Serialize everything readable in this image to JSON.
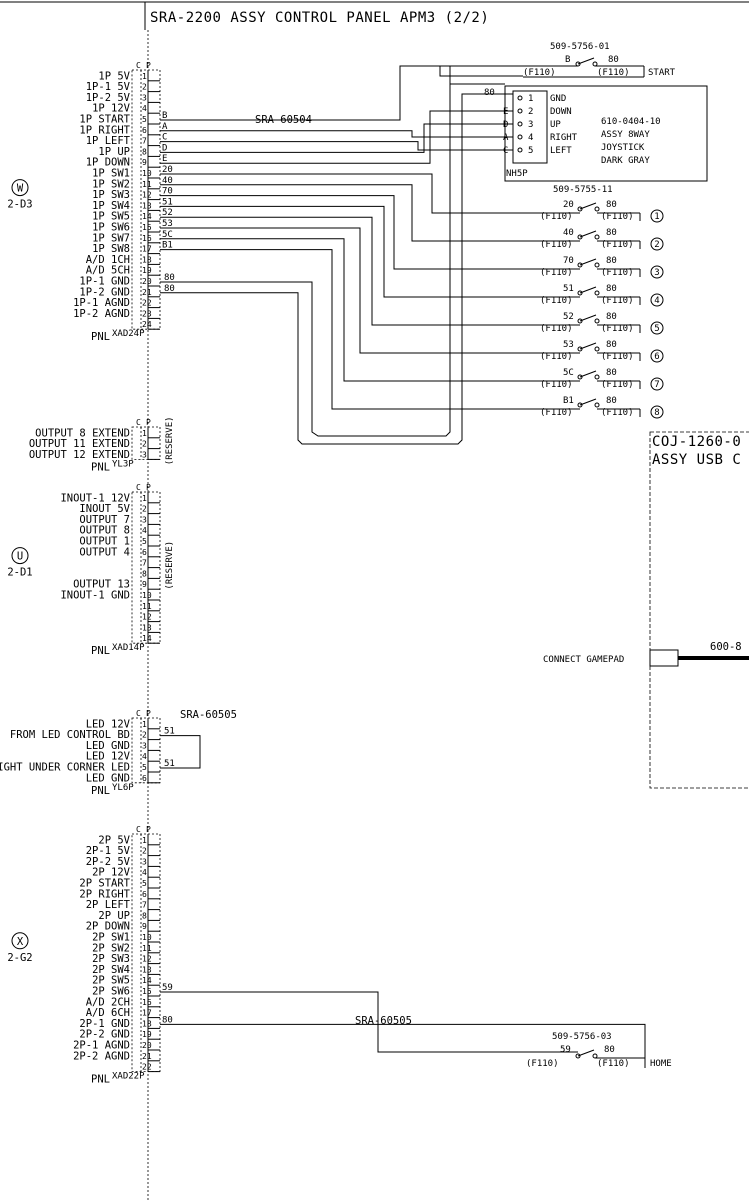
{
  "title": "SRA-2200 ASSY CONTROL PANEL APM3 (2/2)",
  "cp_label": [
    "C",
    "P"
  ],
  "connectors": [
    {
      "id": "w",
      "ref": "W",
      "sheet": "2-D3",
      "part": "XAD24P",
      "prefix": "PNL",
      "note": "",
      "pins": [
        "1P 5V",
        "1P-1 5V",
        "1P-2 5V",
        "1P 12V",
        "1P START",
        "1P RIGHT",
        "1P LEFT",
        "1P UP",
        "1P DOWN",
        "1P SW1",
        "1P SW2",
        "1P SW3",
        "1P SW4",
        "1P SW5",
        "1P SW6",
        "1P SW7",
        "1P SW8",
        "A/D 1CH",
        "A/D 5CH",
        "1P-1 GND",
        "1P-2 GND",
        "1P-1 AGND",
        "1P-2 AGND",
        ""
      ]
    },
    {
      "id": "yl3",
      "ref": "",
      "sheet": "",
      "part": "YL3P",
      "prefix": "PNL",
      "note": "(RESERVE)",
      "pins": [
        "OUTPUT 8 EXTEND",
        "OUTPUT 11 EXTEND",
        "OUTPUT 12 EXTEND"
      ]
    },
    {
      "id": "u",
      "ref": "U",
      "sheet": "2-D1",
      "part": "XAD14P",
      "prefix": "PNL",
      "note": "(RESERVE)",
      "pins": [
        "INOUT-1 12V",
        "INOUT 5V",
        "OUTPUT 7",
        "OUTPUT 8",
        "OUTPUT 1",
        "OUTPUT 4",
        "",
        "",
        "OUTPUT 13",
        "INOUT-1 GND",
        "",
        "",
        "",
        ""
      ]
    },
    {
      "id": "yl6",
      "ref": "",
      "sheet": "",
      "part": "YL6P",
      "prefix": "PNL",
      "note": "",
      "pins": [
        "LED 12V",
        "FROM LED CONTROL BD",
        "LED GND",
        "LED 12V",
        "LIGHT UNDER CORNER LED",
        "LED GND"
      ]
    },
    {
      "id": "x",
      "ref": "X",
      "sheet": "2-G2",
      "part": "XAD22P",
      "prefix": "PNL",
      "note": "",
      "pins": [
        "2P 5V",
        "2P-1 5V",
        "2P-2 5V",
        "2P 12V",
        "2P START",
        "2P RIGHT",
        "2P LEFT",
        "2P UP",
        "2P DOWN",
        "2P SW1",
        "2P SW2",
        "2P SW3",
        "2P SW4",
        "2P SW5",
        "2P SW6",
        "A/D 2CH",
        "A/D 6CH",
        "2P-1 GND",
        "2P-2 GND",
        "2P-1 AGND",
        "2P-2 AGND",
        ""
      ]
    }
  ],
  "harnesses": {
    "h1": "SRA-60504",
    "h2": "SRA-60505",
    "h3": "SRA-60505"
  },
  "wire_codes_1p": {
    "start": "B",
    "right": "A",
    "left": "C",
    "up": "D",
    "down": "E",
    "sw": [
      "20",
      "40",
      "70",
      "51",
      "52",
      "53",
      "5C",
      "B1"
    ],
    "gnd": [
      "80",
      "80"
    ]
  },
  "wire_codes_led": [
    "51",
    "51"
  ],
  "wire_codes_2p": [
    "59",
    "80"
  ],
  "start_button": {
    "part": "509-5756-01",
    "code_a": "B",
    "code_b": "80",
    "term_a": "(F110)",
    "term_b": "(F110)",
    "label": "START"
  },
  "home_button": {
    "part": "509-5756-03",
    "code_a": "59",
    "code_b": "80",
    "term_a": "(F110)",
    "term_b": "(F110)",
    "label": "HOME"
  },
  "sw_part": "509-5755-11",
  "sw_buttons": [
    {
      "code": "20",
      "gnd": "80",
      "num": "1"
    },
    {
      "code": "40",
      "gnd": "80",
      "num": "2"
    },
    {
      "code": "70",
      "gnd": "80",
      "num": "3"
    },
    {
      "code": "51",
      "gnd": "80",
      "num": "4"
    },
    {
      "code": "52",
      "gnd": "80",
      "num": "5"
    },
    {
      "code": "53",
      "gnd": "80",
      "num": "6"
    },
    {
      "code": "5C",
      "gnd": "80",
      "num": "7"
    },
    {
      "code": "B1",
      "gnd": "80",
      "num": "8"
    }
  ],
  "sw_term": "(F110)",
  "joystick": {
    "connector": "NH5P",
    "gnd_code": "80",
    "pins": [
      {
        "n": "1",
        "sig": "GND",
        "code": ""
      },
      {
        "n": "2",
        "sig": "DOWN",
        "code": "E"
      },
      {
        "n": "3",
        "sig": "UP",
        "code": "D"
      },
      {
        "n": "4",
        "sig": "RIGHT",
        "code": "A"
      },
      {
        "n": "5",
        "sig": "LEFT",
        "code": "C"
      }
    ],
    "part": "610-0404-10",
    "desc": [
      "ASSY 8WAY",
      "JOYSTICK",
      "DARK GRAY"
    ]
  },
  "usb": {
    "title": "COJ-1260-0",
    "subtitle": "ASSY USB C",
    "connect_label": "CONNECT GAMEPAD",
    "cable": "600-8"
  }
}
